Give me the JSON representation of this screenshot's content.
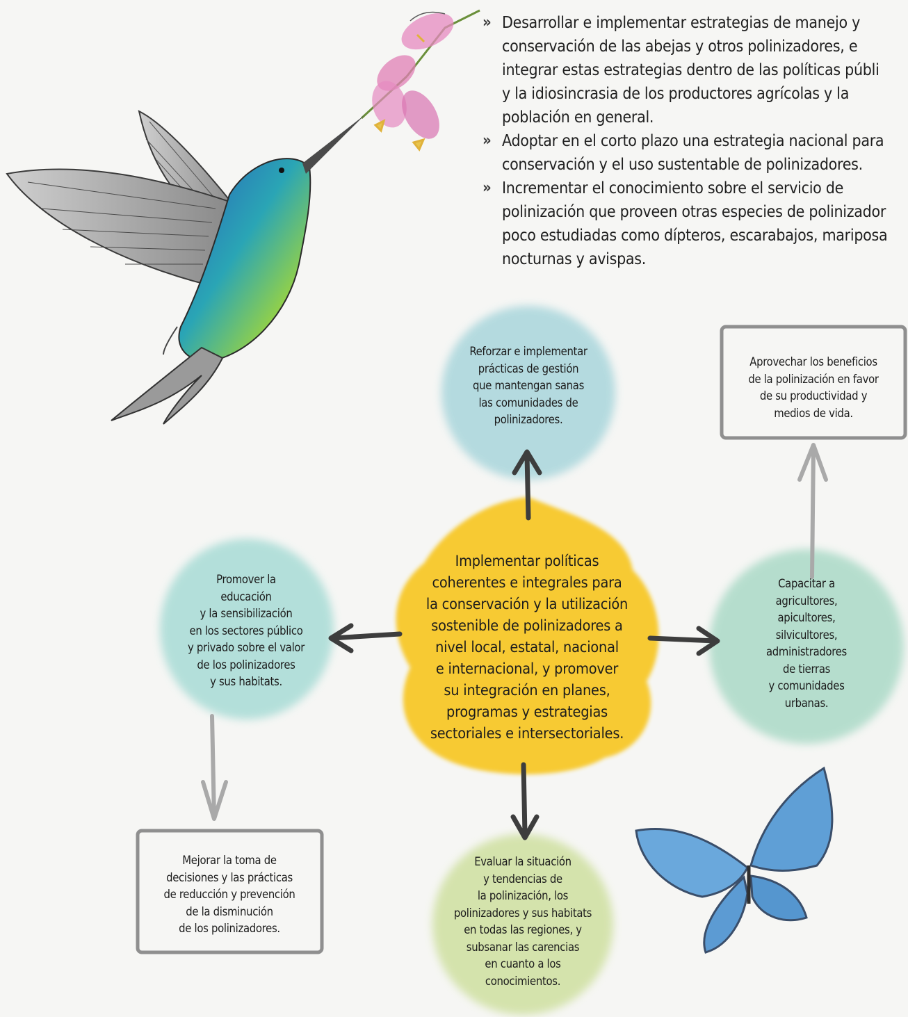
{
  "bullets": [
    {
      "marker": "»",
      "text": "Desarrollar e implementar estrategias de manejo y\nconservación de las abejas y otros polinizadores, e\nintegrar estas estrategias dentro de las políticas públi\ny la idiosincrasia de los productores agrícolas y la\npoblación en general."
    },
    {
      "marker": "»",
      "text": "Adoptar en el corto plazo una estrategia nacional para\nconservación y el uso sustentable de polinizadores."
    },
    {
      "marker": "»",
      "text": "Incrementar el conocimiento sobre el servicio de\npolinización que proveen otras especies de polinizador\npoco estudiadas como dípteros, escarabajos, mariposa\nnocturnas y avispas."
    }
  ],
  "diagram": {
    "center": "Implementar políticas\ncoherentes e integrales para\nla conservación y la utilización\nsostenible de polinizadores a\nnivel local, estatal, nacional\ne internacional, y promover\nsu integración en planes,\nprogramas y estrategias\nsectoriales e intersectoriales.",
    "top": "Reforzar e implementar\nprácticas de gestión\nque mantengan sanas\nlas comunidades de\npolinizadores.",
    "left": "Promover la\neducación\ny la sensibilización\nen los sectores público\ny privado sobre el valor\nde los polinizadores\ny sus habitats.",
    "right": "Capacitar a\nagricultores,\napicultores,\nsilvicultores,\nadministradores\nde tierras\ny comunidades\nurbanas.",
    "bottom": "Evaluar la situación\ny tendencias de\nla polinización, los\npolinizadores y sus habitats\nen todas las regiones, y\nsubsanar las carencias\nen cuanto a los\nconocimientos.",
    "box_top_right": "Aprovechar los beneficios\nde la polinización en favor\nde su productividad y\nmedios de vida.",
    "box_bottom_left": "Mejorar la toma de\ndecisiones y las prácticas\nde reducción y prevención\nde la disminución\nde los polinizadores."
  },
  "colors": {
    "center_blob": "#f7c51e",
    "top_blob": "#a9d6dc",
    "left_blob": "#a8dcd6",
    "right_blob": "#a6d8c4",
    "bottom_blob": "#cfe0a0",
    "dark_arrow": "#3d3d3d",
    "gray_arrow": "#a9a9a9",
    "box_border": "#8f8f8f",
    "hummingbird_body": "#2f7fc2",
    "butterfly": "#5f9fd6",
    "flower": "#e07fb6"
  },
  "illustrations": [
    "hummingbird-icon",
    "flower-icon",
    "butterfly-icon"
  ]
}
